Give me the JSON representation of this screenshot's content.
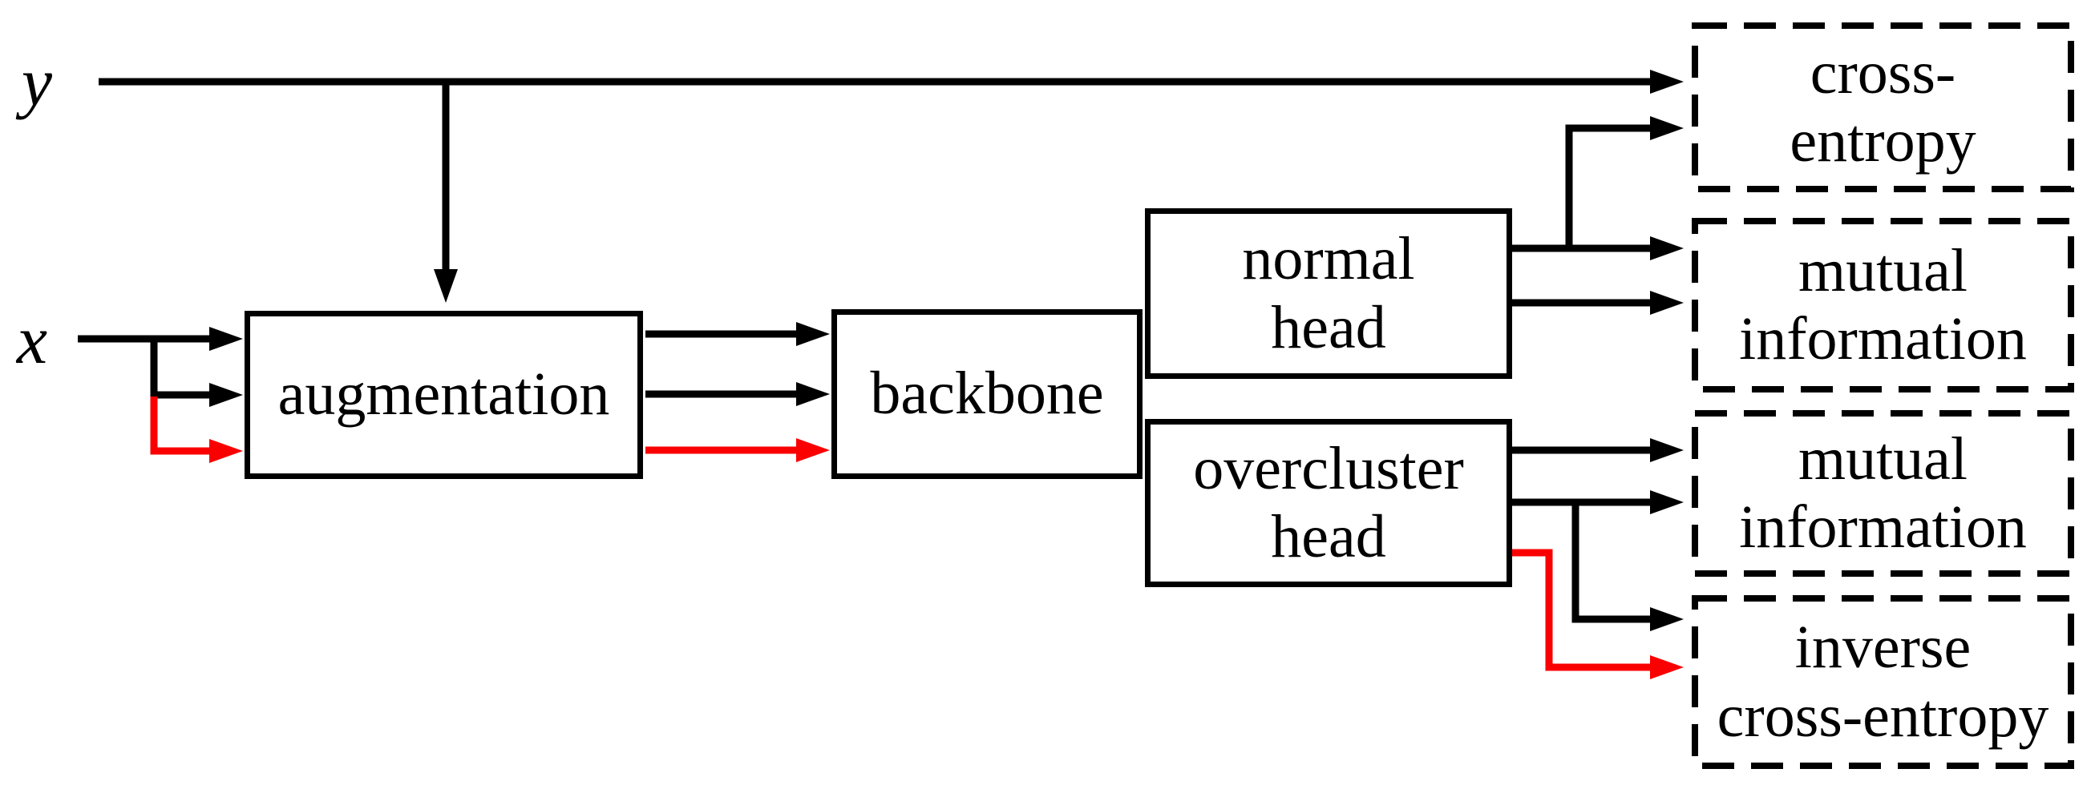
{
  "figure": {
    "type": "neural-network-training-diagram",
    "background": "#ffffff"
  },
  "colors": {
    "line_black": "#000000",
    "line_red": "#fa0000",
    "box_border": "#000000",
    "text": "#000000",
    "bg": "#ffffff"
  },
  "labels": {
    "y_input": "y",
    "x_input": "x"
  },
  "nodes": {
    "augmentation": {
      "label": "augmentation"
    },
    "backbone": {
      "label": "backbone"
    },
    "normal_head": {
      "line1": "normal",
      "line2": "head"
    },
    "overcluster_head": {
      "line1": "overcluster",
      "line2": "head"
    }
  },
  "loss_boxes": {
    "cross_entropy": {
      "line1": "cross-",
      "line2": "entropy"
    },
    "mutual_information_top": {
      "line1": "mutual",
      "line2": "information"
    },
    "mutual_information_bottom": {
      "line1": "mutual",
      "line2": "information"
    },
    "inverse_cross_entropy": {
      "line1": "inverse",
      "line2": "cross-entropy"
    }
  },
  "edges": [
    {
      "from": "y",
      "to": "cross_entropy",
      "color": "black",
      "arrows": 1
    },
    {
      "from": "y",
      "to": "augmentation",
      "color": "black",
      "arrows": 1
    },
    {
      "from": "x",
      "to": "augmentation",
      "color": "black",
      "arrows": 2
    },
    {
      "from": "x",
      "to": "augmentation",
      "color": "red",
      "arrows": 1
    },
    {
      "from": "augmentation",
      "to": "backbone",
      "color": "black",
      "arrows": 2
    },
    {
      "from": "augmentation",
      "to": "backbone",
      "color": "red",
      "arrows": 1
    },
    {
      "from": "backbone",
      "to": "normal_head",
      "type": "attached"
    },
    {
      "from": "backbone",
      "to": "overcluster_head",
      "type": "attached"
    },
    {
      "from": "normal_head",
      "to": "cross_entropy",
      "color": "black",
      "arrows": 1
    },
    {
      "from": "normal_head",
      "to": "mutual_information_top",
      "color": "black",
      "arrows": 2
    },
    {
      "from": "overcluster_head",
      "to": "mutual_information_bottom",
      "color": "black",
      "arrows": 2
    },
    {
      "from": "overcluster_head",
      "to": "inverse_cross_entropy",
      "color": "black",
      "arrows": 1
    },
    {
      "from": "overcluster_head",
      "to": "inverse_cross_entropy",
      "color": "red",
      "arrows": 1
    }
  ]
}
